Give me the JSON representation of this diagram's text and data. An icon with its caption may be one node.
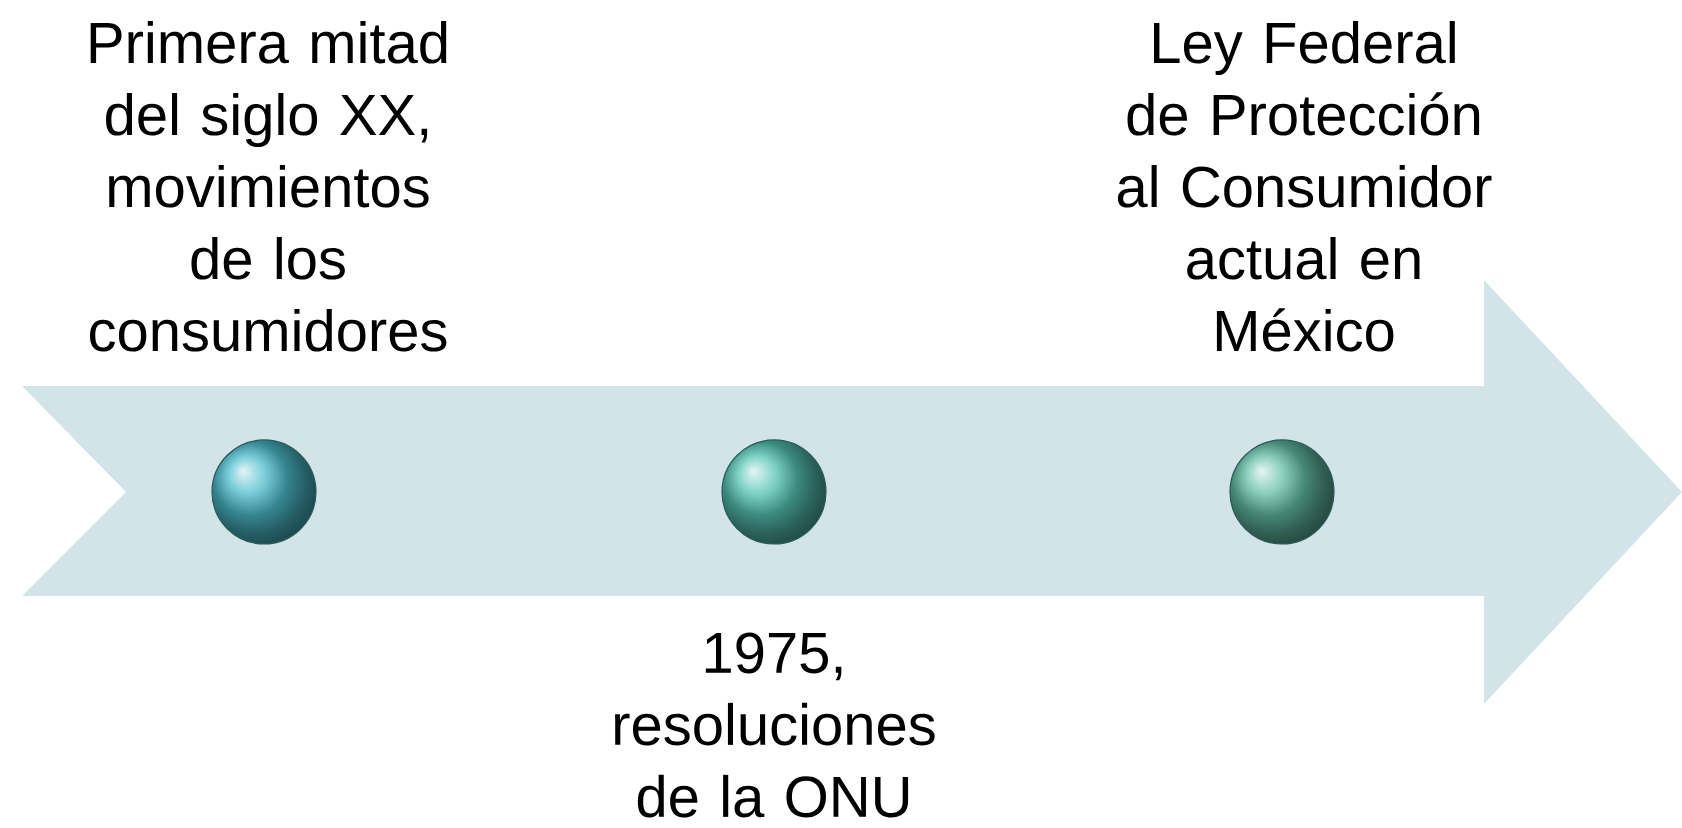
{
  "diagram": {
    "nodes": [
      {
        "text": [],
        "shape": "arrow"
      },
      {
        "text": [],
        "shape": "circle",
        "in": 0,
        "beside": [
          "Primera mitad del siglo XX, movimientos de los consumidores"
        ]
      },
      {
        "text": [],
        "shape": "circle",
        "in": 0,
        "beside": [
          "1975, resoluciones de la ONU"
        ]
      },
      {
        "text": [],
        "shape": "circle",
        "in": 0,
        "beside": [
          "Ley Federal de Protección al Consumidor actual en México"
        ]
      }
    ]
  }
}
